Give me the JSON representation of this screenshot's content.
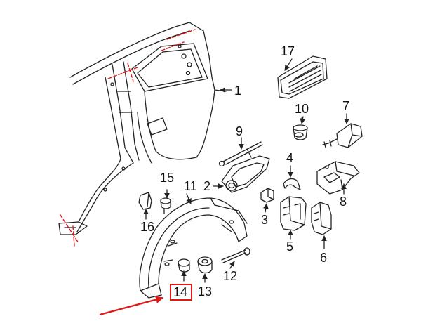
{
  "diagram": {
    "callouts": [
      "1",
      "2",
      "3",
      "4",
      "5",
      "6",
      "7",
      "8",
      "9",
      "10",
      "11",
      "12",
      "13",
      "14",
      "15",
      "16",
      "17"
    ],
    "highlighted_part": "14",
    "colors": {
      "line": "#222222",
      "highlight": "#e01818",
      "cut_line": "#e01818",
      "background": "#ffffff"
    }
  }
}
